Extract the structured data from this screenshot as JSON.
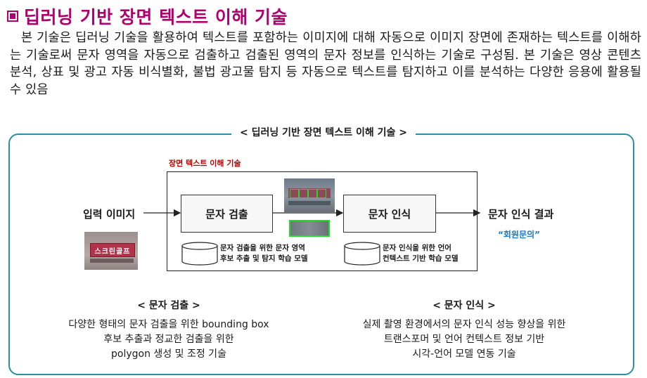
{
  "header": {
    "title": "딥러닝 기반 장면 텍스트 이해 기술",
    "description": "본 기술은 딥러닝 기술을 활용하여 텍스트를 포함하는 이미지에 대해 자동으로 이미지 장면에 존재하는 텍스트를 이해하는 기술로써 문자 영역을 자동으로 검출하고 검출된 영역의 문자 정보를 인식하는 기술로 구성됨. 본 기술은 영상 콘텐츠 분석, 상표 및 광고 자동 비식별화, 불법 광고물 탐지 등 자동으로 텍스트를 탐지하고 이를 분석하는 다양한 응용에 활용될 수 있음"
  },
  "diagram": {
    "frame_title": "< 딥러닝 기반 장면 텍스트 이해 기술 >",
    "inner_label": "장면 텍스트 이해 기술",
    "input_label": "입력 이미지",
    "input_sign_text": "스크린골프",
    "detect_box": "문자 검출",
    "recog_box": "문자 인식",
    "output_label": "문자 인식 결과",
    "output_value": "“회원문의”",
    "detect_model_line1": "문자 검출을 위한 문자 영역",
    "detect_model_line2": "후보 추출 및 탐지 학습 모델",
    "recog_model_line1": "문자 인식을 위한 언어",
    "recog_model_line2": "컨텍스트 기반 학습 모델"
  },
  "sections": {
    "detect": {
      "title": "< 문자 검출 >",
      "lines": [
        "다양한 형태의 문자 검출을 위한 bounding box",
        "후보 추출과 정교한 검출을 위한",
        "polygon 생성 및 조정 기술"
      ]
    },
    "recog": {
      "title": "< 문자 인식 >",
      "lines": [
        "실제 촬영 환경에서의 문자 인식 성능 향상을 위한",
        "트랜스포머 및 언어 컨텍스트 정보 기반",
        "시각-언어 모델 연동 기술"
      ]
    }
  },
  "colors": {
    "title": "#b0006e",
    "frame": "#2a8fa0",
    "inner_label": "#c00000",
    "result": "#1a77c9",
    "detection_box": "#22dd22"
  }
}
